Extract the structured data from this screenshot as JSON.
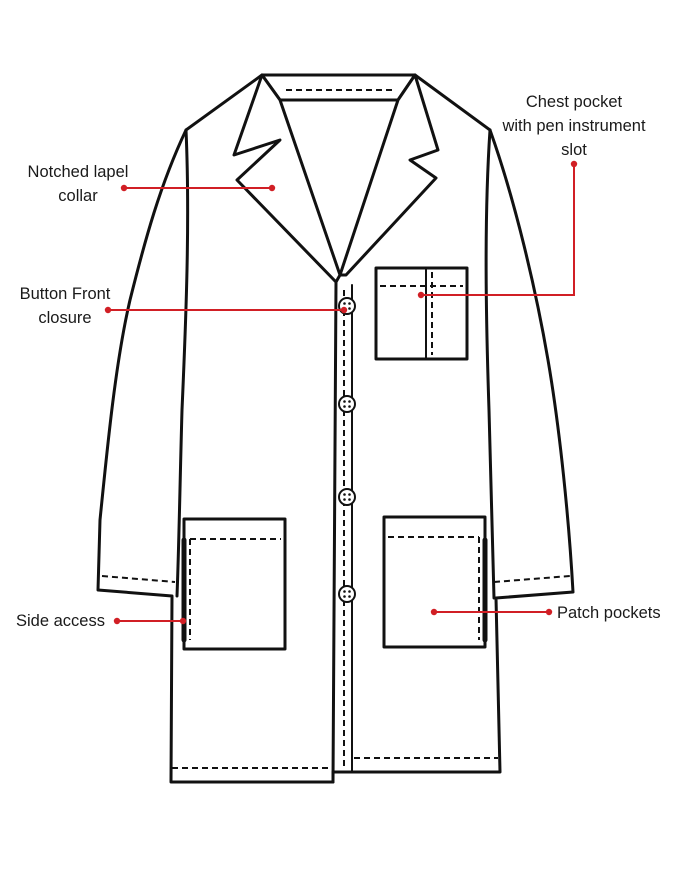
{
  "diagram": {
    "callouts": {
      "notched_lapel": {
        "lines": [
          "Notched lapel",
          "collar"
        ]
      },
      "button_front": {
        "lines": [
          "Button Front",
          "closure"
        ]
      },
      "side_access": {
        "lines": [
          "Side access"
        ]
      },
      "chest_pocket": {
        "lines": [
          "Chest pocket",
          "with pen instrument",
          "slot"
        ]
      },
      "patch_pockets": {
        "lines": [
          "Patch pockets"
        ]
      }
    },
    "colors": {
      "outline": "#111111",
      "callout": "#d11f25",
      "text": "#1a1a1a"
    }
  }
}
